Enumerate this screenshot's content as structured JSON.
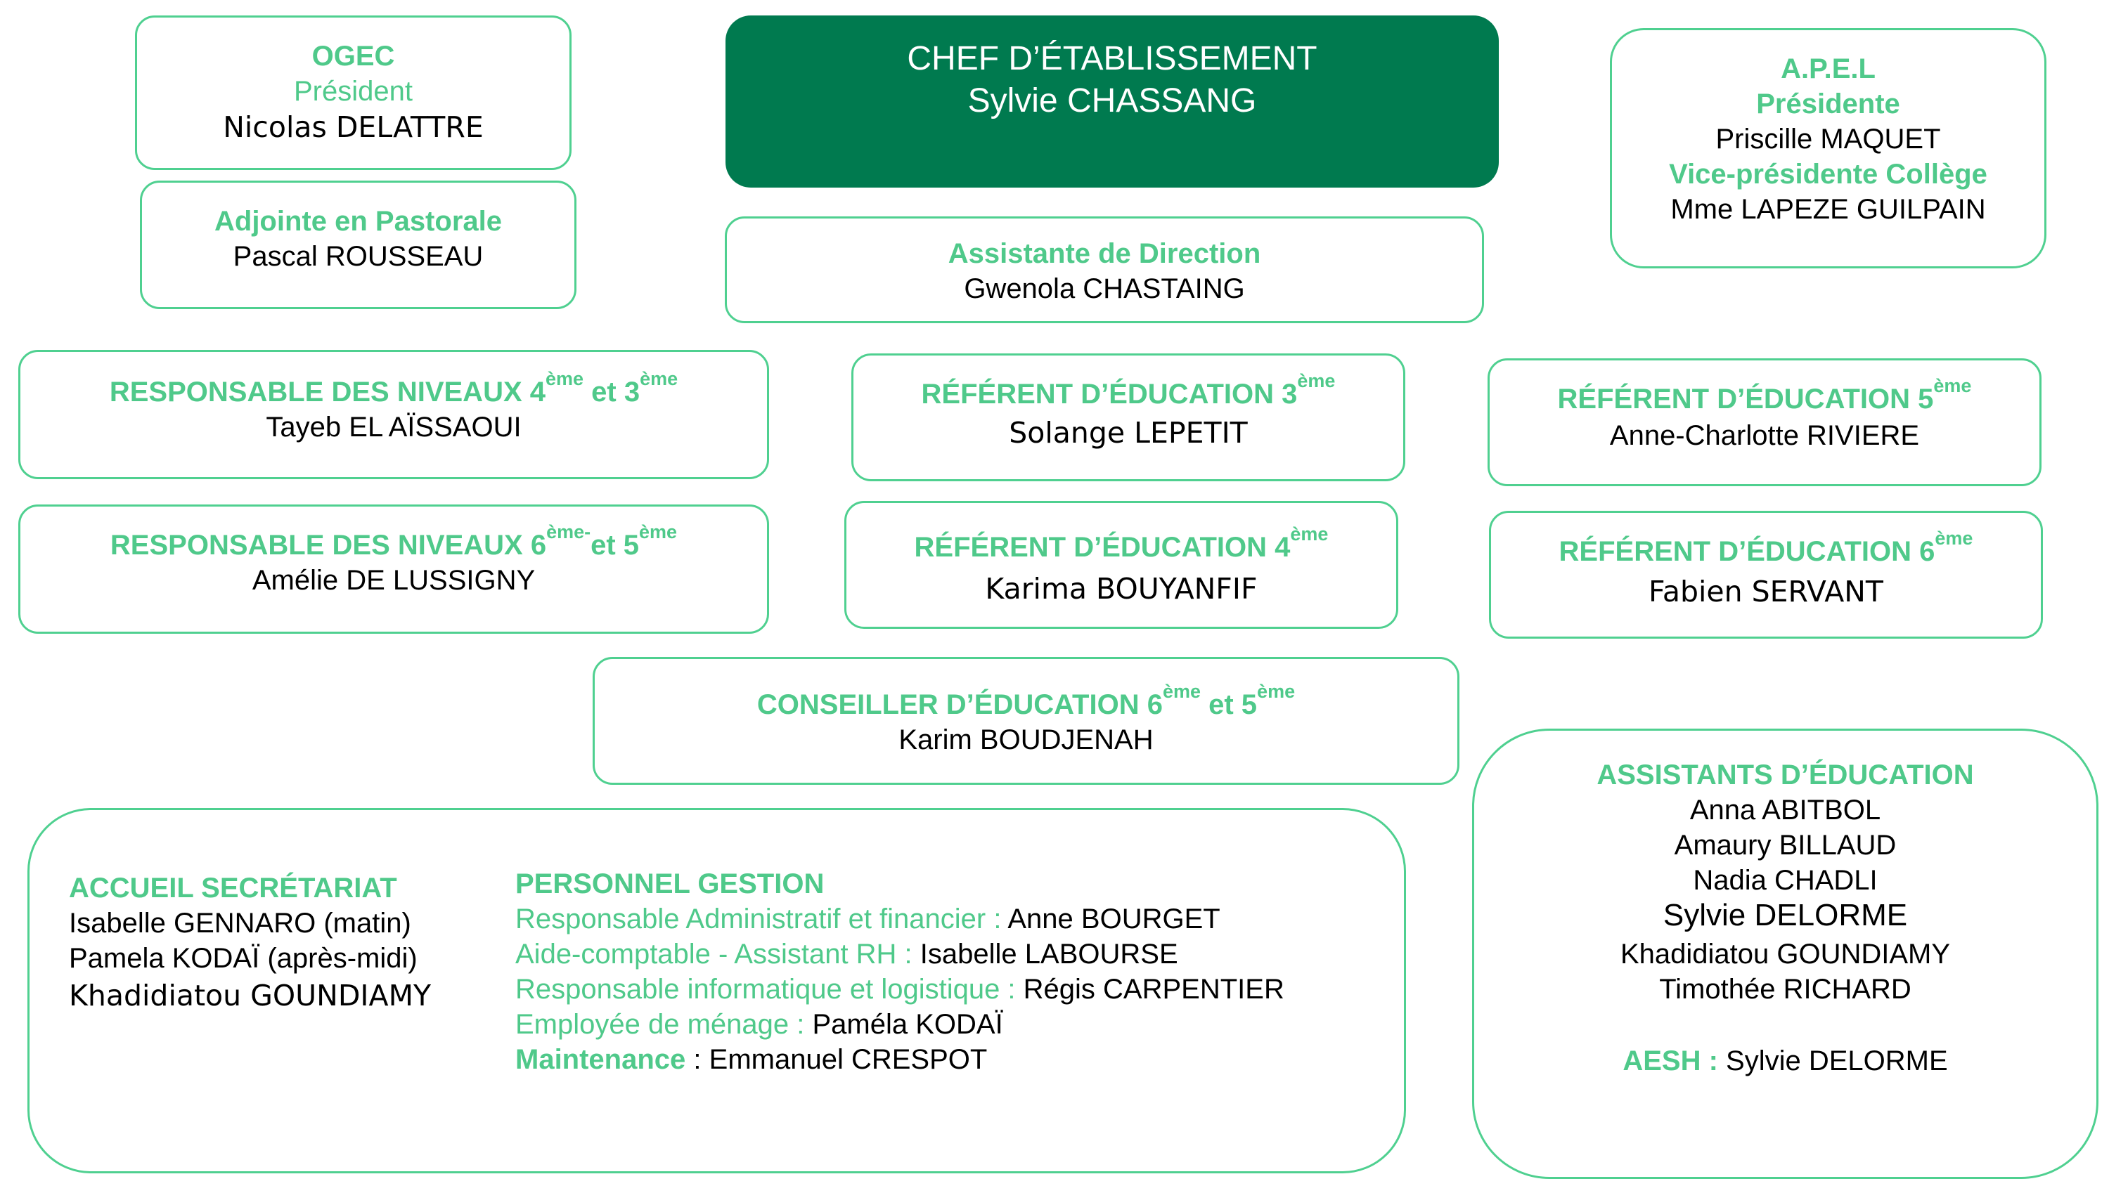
{
  "chef": {
    "title": "CHEF D’ÉTABLISSEMENT",
    "name": "Sylvie CHASSANG"
  },
  "ogec": {
    "title": "OGEC",
    "role": "Président",
    "name": "Nicolas DELATTRE"
  },
  "pastorale": {
    "title": "Adjointe en Pastorale",
    "name": "Pascal ROUSSEAU"
  },
  "apel": {
    "title": "A.P.E.L",
    "role1": "Présidente",
    "name1": "Priscille MAQUET",
    "role2": "Vice-présidente Collège",
    "name2": "Mme LAPEZE GUILPAIN"
  },
  "assistante": {
    "title": "Assistante de Direction",
    "name": "Gwenola CHASTAING"
  },
  "resp43": {
    "title_a": "RESPONSABLE DES NIVEAUX 4",
    "sup_a": "ème",
    "title_b": " et 3",
    "sup_b": "ème",
    "name": "Tayeb EL AÏSSAOUI"
  },
  "resp65": {
    "title_a": "RESPONSABLE DES NIVEAUX 6",
    "sup_a": "ème-",
    "title_b": "et 5",
    "sup_b": "ème",
    "name": "Amélie DE LUSSIGNY"
  },
  "ref3": {
    "title": "RÉFÉRENT D’ÉDUCATION 3",
    "sup": "ème",
    "name": "Solange LEPETIT"
  },
  "ref4": {
    "title": "RÉFÉRENT D’ÉDUCATION 4",
    "sup": "ème",
    "name": "Karima BOUYANFIF"
  },
  "ref5": {
    "title": "RÉFÉRENT D’ÉDUCATION 5",
    "sup": "ème",
    "name": "Anne-Charlotte RIVIERE"
  },
  "ref6": {
    "title": "RÉFÉRENT D’ÉDUCATION 6",
    "sup": "ème",
    "name": "Fabien SERVANT"
  },
  "conseiller": {
    "title_a": "CONSEILLER D’ÉDUCATION 6",
    "sup_a": "ème",
    "title_b": " et 5",
    "sup_b": "ème",
    "name": "Karim BOUDJENAH"
  },
  "accueil": {
    "title": "ACCUEIL SECRÉTARIAT",
    "names": [
      "Isabelle GENNARO (matin)",
      "Pamela KODAÏ (après-midi)",
      "Khadidiatou GOUNDIAMY"
    ]
  },
  "gestion": {
    "title": "PERSONNEL GESTION",
    "rows": [
      {
        "role": "Responsable  Administratif et financier : ",
        "name": "Anne BOURGET"
      },
      {
        "role": "Aide-comptable - Assistant RH : ",
        "name": "Isabelle LABOURSE"
      },
      {
        "role": "Responsable  informatique et logistique :  ",
        "name": "Régis CARPENTIER"
      },
      {
        "role": "Employée de ménage : ",
        "name": "Paméla KODAÏ"
      },
      {
        "role": "Maintenance",
        "sep": " : ",
        "name": "Emmanuel CRESPOT"
      }
    ]
  },
  "assistants": {
    "title": "ASSISTANTS D’ÉDUCATION",
    "names": [
      "Anna ABITBOL",
      "Amaury BILLAUD",
      "Nadia CHADLI",
      "Sylvie DELORME",
      "Khadidiatou GOUNDIAMY",
      "Timothée RICHARD"
    ],
    "aesh_label": "AESH : ",
    "aesh_name": "Sylvie DELORME"
  },
  "colors": {
    "accent_green": "#4fc98a",
    "chef_fill": "#007a4f",
    "border": "#4fd090"
  }
}
